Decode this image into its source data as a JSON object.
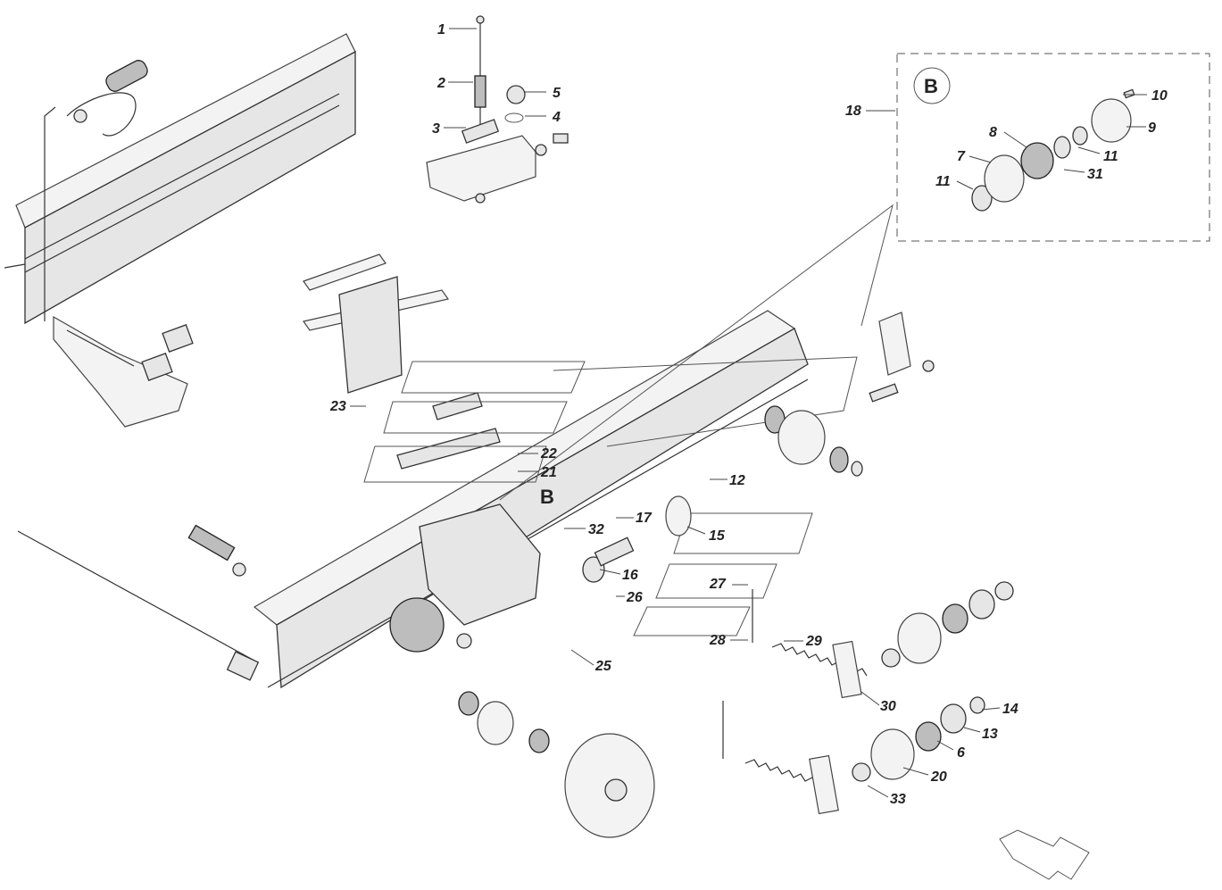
{
  "callouts": {
    "c1": "1",
    "c2": "2",
    "c3": "3",
    "c4": "4",
    "c5": "5",
    "c6": "6",
    "c7": "7",
    "c8": "8",
    "c9": "9",
    "c10": "10",
    "c11a": "11",
    "c11b": "11",
    "c12": "12",
    "c13": "13",
    "c14": "14",
    "c15": "15",
    "c16": "16",
    "c17": "17",
    "c18": "18",
    "c20": "20",
    "c21": "21",
    "c22": "22",
    "c23": "23",
    "c25": "25",
    "c26": "26",
    "c27": "27",
    "c28": "28",
    "c29": "29",
    "c30": "30",
    "c31": "31",
    "c32": "32",
    "c33": "33"
  },
  "detail": {
    "marker_inset": "B",
    "marker_main": "B"
  }
}
